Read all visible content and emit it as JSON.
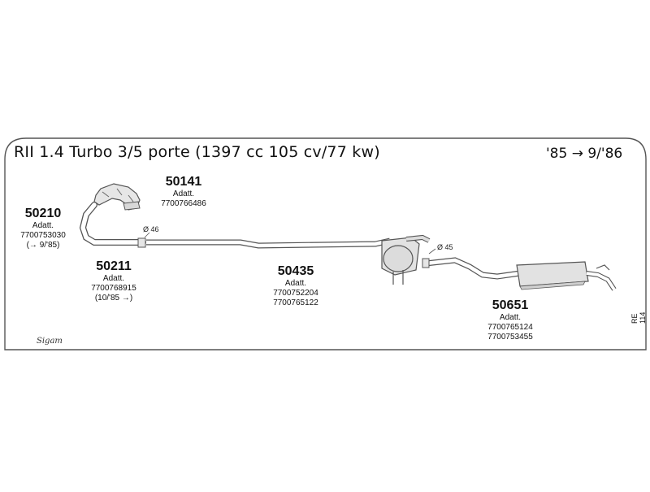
{
  "header": {
    "title": "RII 1.4 Turbo 3/5 porte (1397 cc 105 cv/77 kw)",
    "years": "'85 → 9/'86"
  },
  "parts": [
    {
      "number": "50141",
      "note": "Adatt.",
      "codes": [
        "7700766486"
      ]
    },
    {
      "number": "50210",
      "note": "Adatt.",
      "codes": [
        "7700753030",
        "(→ 9/'85)"
      ]
    },
    {
      "number": "50211",
      "note": "Adatt.",
      "codes": [
        "7700768915",
        "(10/'85 →)"
      ]
    },
    {
      "number": "50435",
      "note": "Adatt.",
      "codes": [
        "7700752204",
        "7700765122"
      ]
    },
    {
      "number": "50651",
      "note": "Adatt.",
      "codes": [
        "7700765124",
        "7700753455"
      ]
    }
  ],
  "diameters": {
    "d46": "Ø 46",
    "d45": "Ø 45"
  },
  "reference": "RE 114",
  "logo": "Sigam",
  "colors": {
    "line": "#555555",
    "fill": "#e6e6e6",
    "text": "#111111"
  }
}
